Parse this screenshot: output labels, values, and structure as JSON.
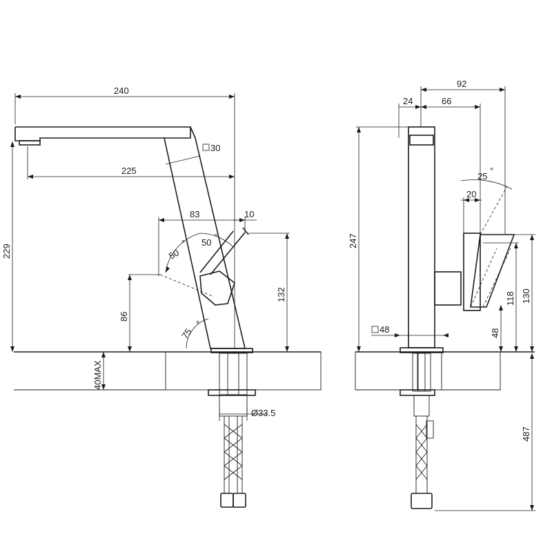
{
  "side_view": {
    "spout_length": "240",
    "spout_reach": "225",
    "spout_section": "30",
    "overall_height": "229",
    "handle_width": "83",
    "handle_offset": "10",
    "handle_angle_left": "50",
    "handle_angle_right": "50",
    "lever_height": "132",
    "base_height": "86",
    "body_angle": "75",
    "max_deck_thickness": "40MAX",
    "shank_diameter": "33.5"
  },
  "front_view": {
    "total_depth": "92",
    "body_depth": "24",
    "lever_depth": "66",
    "lever_angle": "25",
    "lever_thickness": "20",
    "overall_height": "247",
    "base_section": "48",
    "base_height": "48",
    "lever_low_height": "118",
    "lever_high_height": "130",
    "hose_length": "487"
  },
  "symbols": {
    "degree": "°",
    "square_section": "□",
    "diameter": "Ø"
  }
}
